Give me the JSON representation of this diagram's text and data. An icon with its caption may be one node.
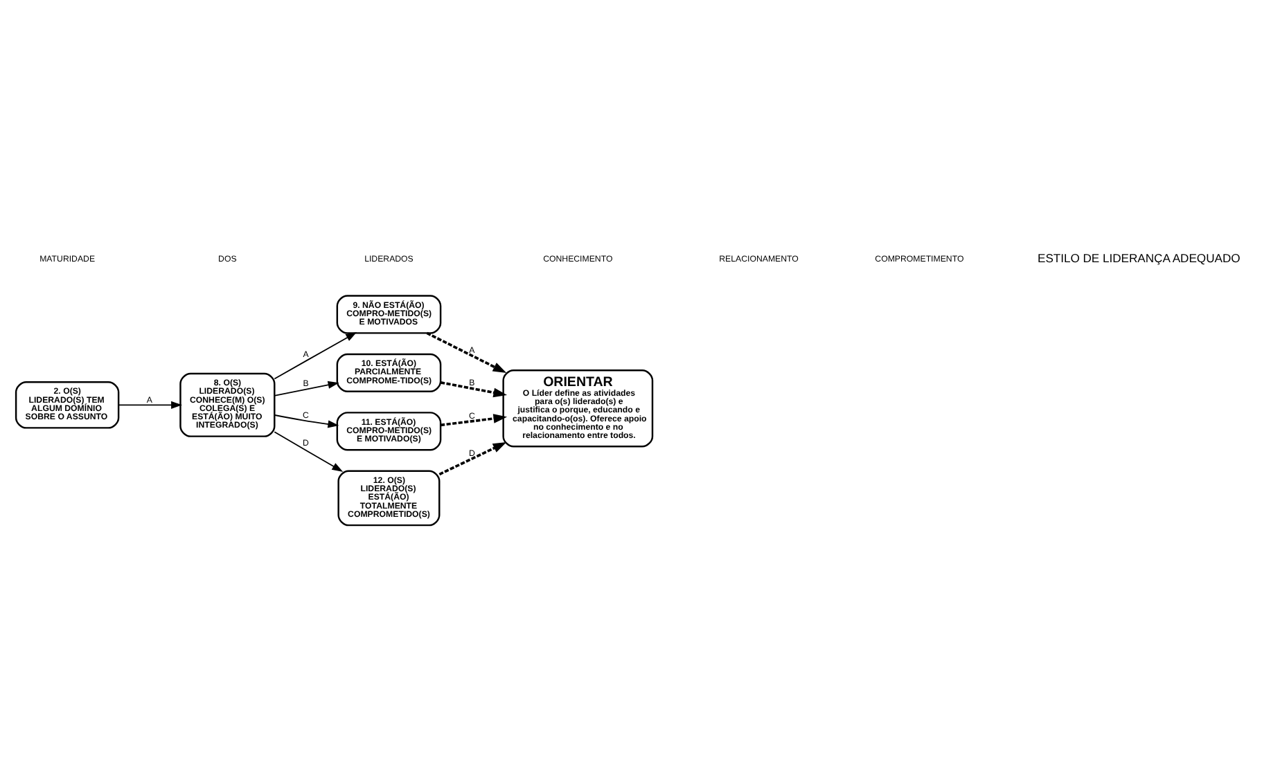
{
  "diagram": {
    "nodes": [
      {
        "text": [
          "2. O(S) LIDERADO(S) TEM ALGUM DOMÍNIO SOBRE O ASSUNTO"
        ]
      },
      {
        "text": [
          "8. O(S) LIDERADO(S) CONHECE(M) O(S) COLEGA(S) E ESTÁ(ÃO) MUITO INTEGRADO(S)"
        ]
      },
      {
        "text": [
          "9. NÃO ESTÁ(ÃO) COMPRO-METIDO(S) E MOTIVADOS"
        ]
      },
      {
        "text": [
          "10. ESTÁ(ÃO) PARCIALMENTE COMPROME-TIDO(S)"
        ]
      },
      {
        "text": [
          "11. ESTÁ(ÃO) COMPRO-METIDO(S) E MOTIVADO(S)"
        ]
      },
      {
        "text": [
          "12. O(S) LIDERADO(S) ESTÁ(ÃO) TOTALMENTE COMPROMETIDO(S)"
        ]
      },
      {
        "text": [
          "ORIENTAR",
          "O Líder define as atividades para o(s) liderado(s) e justifica o porque, educando e capacitando-o(os). Oferece apoio no conhecimento e no relacionamento entre todos."
        ]
      }
    ],
    "edges": [
      {
        "from": 0,
        "to": 1,
        "arrow": "to",
        "label": "A"
      },
      {
        "from": 1,
        "to": 2,
        "arrow": "to",
        "label": "A"
      },
      {
        "from": 1,
        "to": 3,
        "arrow": "to",
        "label": "B"
      },
      {
        "from": 1,
        "to": 4,
        "arrow": "to",
        "label": "C"
      },
      {
        "from": 1,
        "to": 5,
        "arrow": "to",
        "label": "D"
      },
      {
        "from": 2,
        "to": 6,
        "arrow": "to",
        "label": "A",
        "style": "dashed"
      },
      {
        "from": 3,
        "to": 6,
        "arrow": "to",
        "label": "B",
        "style": "dashed"
      },
      {
        "from": 4,
        "to": 6,
        "arrow": "to",
        "label": "C",
        "style": "dashed"
      },
      {
        "from": 5,
        "to": 6,
        "arrow": "to",
        "label": "D",
        "style": "dashed"
      }
    ],
    "labels": [
      "MATURIDADE",
      "DOS",
      "LIDERADOS",
      "CONHECIMENTO",
      "RELACIONAMENTO",
      "COMPROMETIMENTO",
      "ESTILO DE LIDERANÇA ADEQUADO"
    ]
  }
}
